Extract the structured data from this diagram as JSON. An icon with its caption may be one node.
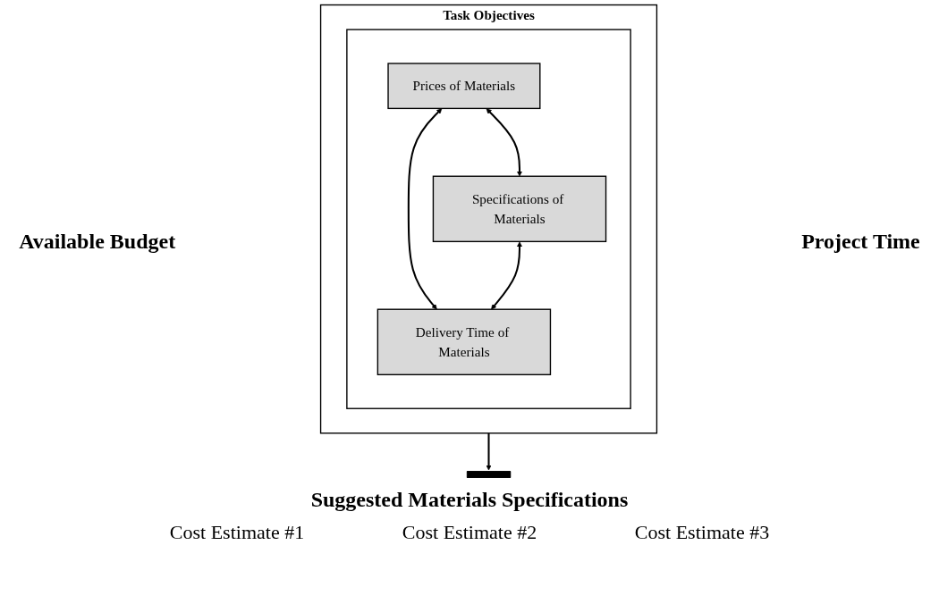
{
  "diagram": {
    "nodes": [
      {
        "text": [
          "Task Objectives"
        ]
      },
      {
        "text": [],
        "shape": "box",
        "in": 0
      },
      {
        "text": [
          "Prices of Materials"
        ],
        "in": 1
      },
      {
        "text": [
          "Specifications of Materials"
        ],
        "in": 1
      },
      {
        "text": [
          "Delivery Time of Materials"
        ],
        "in": 1
      },
      {
        "text": [],
        "shape": "bar"
      }
    ],
    "edges": [
      {
        "from": 2,
        "to": 3,
        "arrow": "both"
      },
      {
        "from": 2,
        "to": 4,
        "arrow": "both"
      },
      {
        "from": 3,
        "to": 4,
        "arrow": "both"
      },
      {
        "from": 0,
        "to": 5,
        "arrow": "to"
      }
    ],
    "labels": [
      "Available Budget",
      "Project Time",
      "Suggested Materials Specifications",
      "Cost Estimate #1",
      "Cost Estimate #2",
      "Cost Estimate #3"
    ]
  }
}
